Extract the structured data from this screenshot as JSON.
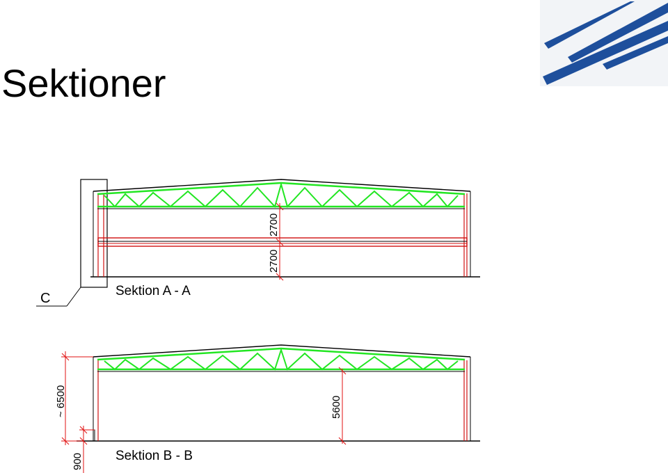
{
  "page": {
    "title": "Sektioner"
  },
  "logo": {
    "icon": "brand-stripes-logo",
    "color": "#1e4f9c"
  },
  "section_aa": {
    "label": "Sektion A - A",
    "callout": "C",
    "dim_upper": "2700",
    "dim_lower": "2700"
  },
  "section_bb": {
    "label": "Sektion B - B",
    "dim_total": "~ 6500",
    "dim_clear": "5600",
    "dim_base": "900"
  },
  "colors": {
    "truss": "#22e622",
    "dimension": "#e01010",
    "column": "#d01010",
    "line": "#000000"
  }
}
